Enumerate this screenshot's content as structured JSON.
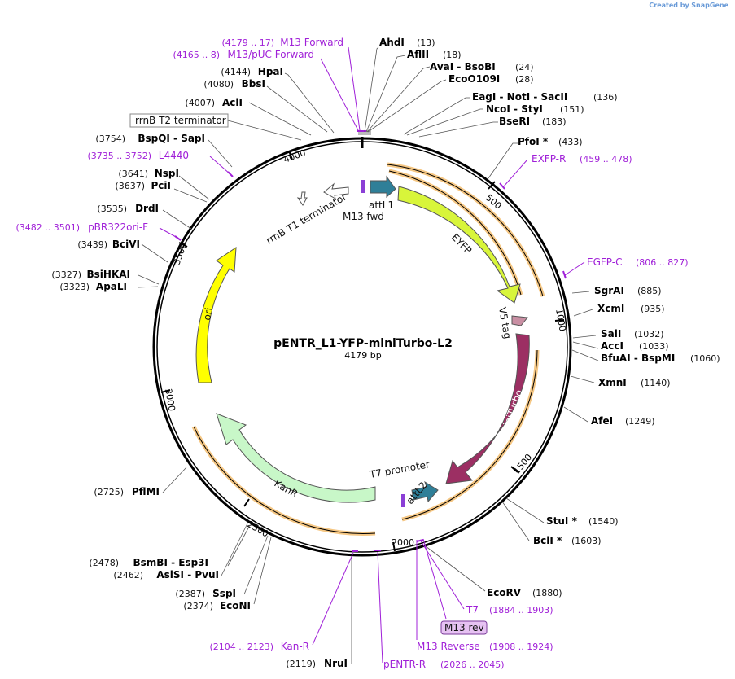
{
  "credit": {
    "prefix": "Created by",
    "brand": "SnapGene"
  },
  "plasmid": {
    "name": "pENTR_L1-YFP-miniTurbo-L2",
    "length_label": "4179 bp",
    "length": 4179
  },
  "ticks": [
    "500",
    "1000",
    "1500",
    "2000",
    "2500",
    "3000",
    "3500",
    "4000"
  ],
  "enzymes_right": [
    {
      "name": "AhdI",
      "pos": "(13)"
    },
    {
      "name": "AflII",
      "pos": "(18)"
    },
    {
      "name": "AvaI  - BsoBI",
      "pos": "(24)"
    },
    {
      "name": "EcoO109I",
      "pos": "(28)"
    },
    {
      "name": "EagI  - NotI  - SacII",
      "pos": "(136)"
    },
    {
      "name": "NcoI  - StyI",
      "pos": "(151)"
    },
    {
      "name": "BseRI",
      "pos": "(183)"
    },
    {
      "name": "PfoI *",
      "pos": "(433)"
    },
    {
      "name": "SgrAI",
      "pos": "(885)"
    },
    {
      "name": "XcmI",
      "pos": "(935)"
    },
    {
      "name": "SalI",
      "pos": "(1032)"
    },
    {
      "name": "AccI",
      "pos": "(1033)"
    },
    {
      "name": "BfuAI  - BspMI",
      "pos": "(1060)"
    },
    {
      "name": "XmnI",
      "pos": "(1140)"
    },
    {
      "name": "AfeI",
      "pos": "(1249)"
    },
    {
      "name": "StuI *",
      "pos": "(1540)"
    },
    {
      "name": "BclI *",
      "pos": "(1603)"
    },
    {
      "name": "EcoRV",
      "pos": "(1880)"
    }
  ],
  "enzymes_left": [
    {
      "name": "HpaI",
      "pos": "(4144)"
    },
    {
      "name": "BbsI",
      "pos": "(4080)"
    },
    {
      "name": "AclI",
      "pos": "(4007)"
    },
    {
      "name": "BspQI  - SapI",
      "pos": "(3754)"
    },
    {
      "name": "NspI",
      "pos": "(3641)"
    },
    {
      "name": "PciI",
      "pos": "(3637)"
    },
    {
      "name": "DrdI",
      "pos": "(3535)"
    },
    {
      "name": "BciVI",
      "pos": "(3439)"
    },
    {
      "name": "BsiHKAI",
      "pos": "(3327)"
    },
    {
      "name": "ApaLI",
      "pos": "(3323)"
    },
    {
      "name": "PflMI",
      "pos": "(2725)"
    },
    {
      "name": "BsmBI  - Esp3I",
      "pos": "(2478)"
    },
    {
      "name": "AsiSI  - PvuI",
      "pos": "(2462)"
    },
    {
      "name": "SspI",
      "pos": "(2387)"
    },
    {
      "name": "EcoNI",
      "pos": "(2374)"
    },
    {
      "name": "NruI",
      "pos": "(2119)"
    }
  ],
  "primers": [
    {
      "name": "M13 Forward",
      "pos": "(4179 .. 17)"
    },
    {
      "name": "M13/pUC Forward",
      "pos": "(4165 .. 8)"
    },
    {
      "name": "EXFP-R",
      "pos": "(459 .. 478)"
    },
    {
      "name": "EGFP-C",
      "pos": "(806 .. 827)"
    },
    {
      "name": "L4440",
      "pos": "(3735 .. 3752)"
    },
    {
      "name": "pBR322ori-F",
      "pos": "(3482 .. 3501)"
    },
    {
      "name": "T7",
      "pos": "(1884 .. 1903)"
    },
    {
      "name": "M13 rev",
      "pos": ""
    },
    {
      "name": "M13 Reverse",
      "pos": "(1908 .. 1924)"
    },
    {
      "name": "Kan-R",
      "pos": "(2104 .. 2123)"
    },
    {
      "name": "pENTR-R",
      "pos": "(2026 .. 2045)"
    }
  ],
  "features": {
    "rrnb_t2": "rrnB T2 terminator",
    "rrnb_t1": "rrnB T1 terminator",
    "m13_fwd": "M13 fwd",
    "attl1": "attL1",
    "eyfp": "EYFP",
    "v5": "V5 tag",
    "miniturbo": "miniTurbo",
    "t7_promoter": "T7 promoter",
    "attl2": "attL2",
    "kanr": "KanR",
    "ori": "ori"
  },
  "colors": {
    "eyfp": "#d8f53a",
    "miniturbo": "#9c2f63",
    "kanr": "#c8f7c8",
    "ori": "#ffff00",
    "att": "#2f7f98",
    "v5": "#c98fa3",
    "orf": "#f5c784",
    "primer": "#a020d8",
    "m13fwd": "#8b3fd6"
  }
}
